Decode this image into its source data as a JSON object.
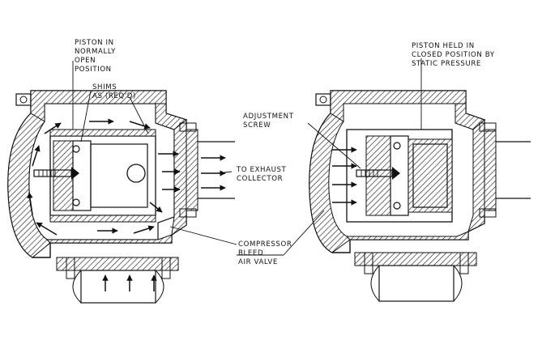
{
  "figure": {
    "labels": {
      "piston_open": [
        "PISTON IN",
        "NORMALLY",
        "OPEN",
        "POSITION"
      ],
      "shims": [
        "SHIMS",
        "AS (REQ'D)"
      ],
      "to_exhaust": [
        "TO EXHAUST",
        "COLLECTOR"
      ],
      "compressor_bleed": [
        "COMPRESSOR",
        "BLEED",
        "AIR VALVE"
      ],
      "piston_closed": [
        "PISTON HELD IN",
        "CLOSED POSITION BY",
        "STATIC PRESSURE"
      ],
      "adjustment_screw": [
        "ADJUSTMENT",
        "SCREW"
      ]
    }
  }
}
